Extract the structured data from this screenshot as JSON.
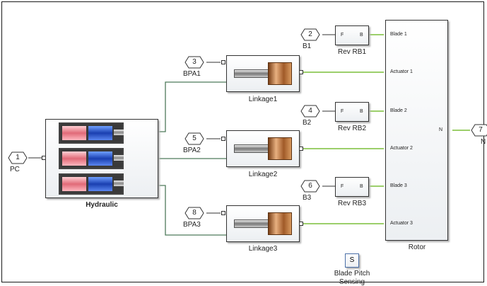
{
  "diagram": {
    "inputs": [
      {
        "num": "1",
        "name": "PC"
      },
      {
        "num": "3",
        "name": "BPA1"
      },
      {
        "num": "5",
        "name": "BPA2"
      },
      {
        "num": "8",
        "name": "BPA3"
      },
      {
        "num": "2",
        "name": "B1"
      },
      {
        "num": "4",
        "name": "B2"
      },
      {
        "num": "6",
        "name": "B3"
      }
    ],
    "output": {
      "num": "7",
      "name": "N"
    },
    "hydraulic": {
      "label": "Hydraulic"
    },
    "linkages": [
      "Linkage1",
      "Linkage2",
      "Linkage3"
    ],
    "revs": [
      {
        "label": "Rev RB1",
        "port_in": "F",
        "port_out": "B"
      },
      {
        "label": "Rev RB2",
        "port_in": "F",
        "port_out": "B"
      },
      {
        "label": "Rev RB3",
        "port_in": "F",
        "port_out": "B"
      }
    ],
    "rotor": {
      "label": "Rotor",
      "ports": [
        "Blade 1",
        "Actuator 1",
        "Blade 2",
        "Actuator 2",
        "Blade 3",
        "Actuator 3"
      ],
      "out_port": "N"
    },
    "sensing": {
      "glyph": "S",
      "label_line1": "Blade Pitch",
      "label_line2": "Sensing"
    },
    "colors": {
      "wire": "#7cbf3a",
      "physical_line": "#4d7a5a",
      "signal_line": "#333333"
    }
  }
}
